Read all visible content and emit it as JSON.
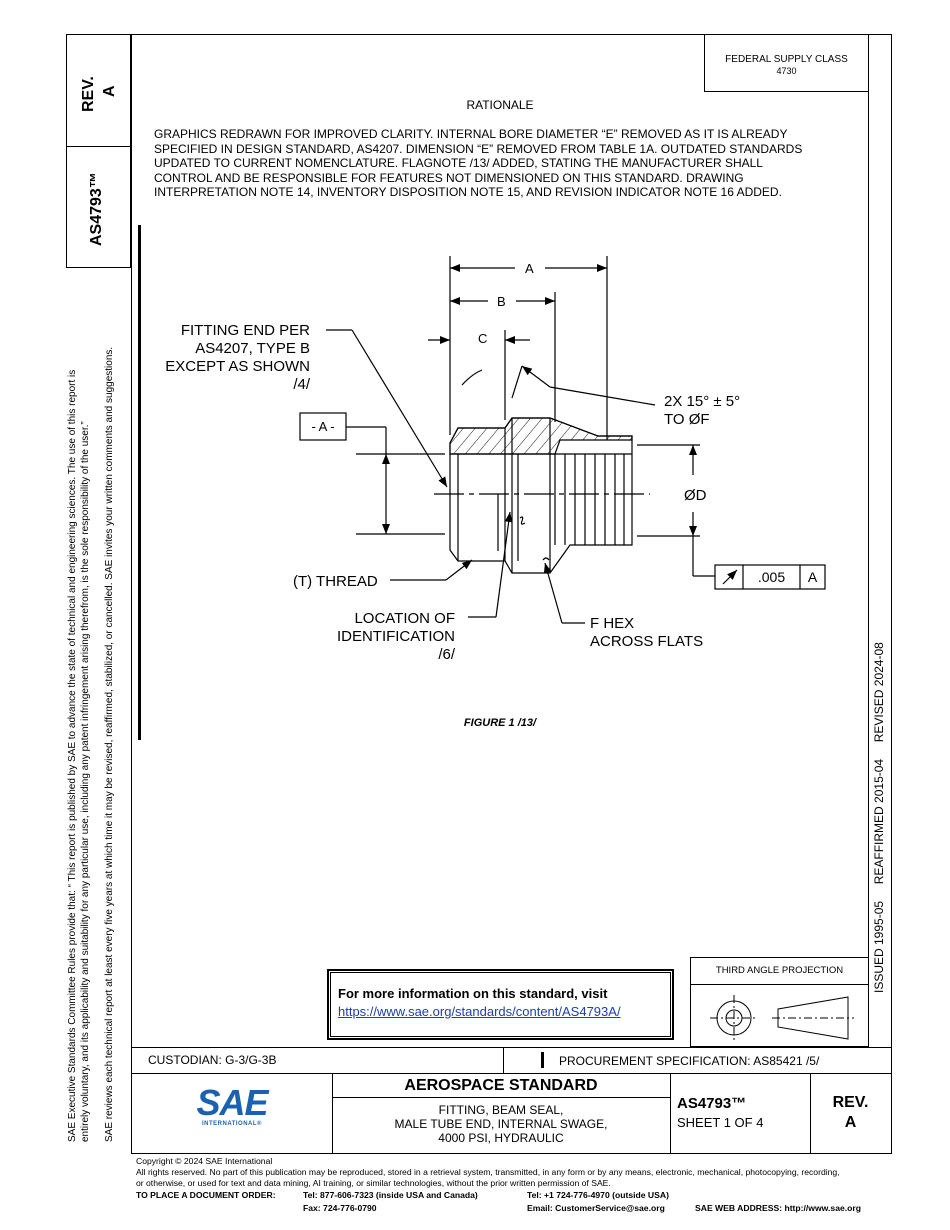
{
  "side": {
    "rev": "REV.",
    "rev_letter": "A",
    "doc_no": "AS4793™",
    "disclaimer_1": "SAE Executive Standards Committee Rules provide that: “ This report is published by SAE to advance the state of technical and engineering sciences. The use of this report is",
    "disclaimer_2": "entirely voluntary, and its applicability and suitability for any particular use, including any patent infringement arising therefrom, is the sole responsibility of the user.”",
    "disclaimer_3": "SAE reviews each technical report at least every five years at which time it may be revised, reaffirmed, stabilized, or cancelled. SAE invites your written comments and suggestions."
  },
  "header": {
    "fsc_label": "FEDERAL SUPPLY CLASS",
    "fsc_value": "4730"
  },
  "rationale": {
    "title": "RATIONALE",
    "lines": [
      "GRAPHICS REDRAWN FOR IMPROVED CLARITY. INTERNAL BORE DIAMETER “E” REMOVED AS IT IS ALREADY",
      "SPECIFIED IN DESIGN STANDARD, AS4207. DIMENSION “E” REMOVED FROM TABLE 1A. OUTDATED STANDARDS",
      "UPDATED TO CURRENT NOMENCLATURE. FLAGNOTE /13/ ADDED, STATING THE MANUFACTURER SHALL",
      "CONTROL AND BE RESPONSIBLE FOR FEATURES NOT DIMENSIONED ON THIS STANDARD. DRAWING",
      "INTERPRETATION NOTE 14, INVENTORY DISPOSITION NOTE 15, AND REVISION INDICATOR NOTE 16 ADDED."
    ]
  },
  "figure": {
    "dim_a": "A",
    "dim_b": "B",
    "dim_c": "C",
    "fitting_end": [
      "FITTING END PER",
      "AS4207, TYPE B",
      "EXCEPT AS SHOWN",
      "/4/"
    ],
    "angle": [
      "2X 15° ± 5°",
      "TO ØF"
    ],
    "datum": "- A -",
    "dia_d": "ØD",
    "tol_value": ".005",
    "tol_datum": "A",
    "thread": "(T) THREAD",
    "location": [
      "LOCATION OF",
      "IDENTIFICATION",
      "/6/"
    ],
    "hex": [
      "F HEX",
      "ACROSS FLATS"
    ],
    "caption": "FIGURE 1 /13/"
  },
  "dates": "ISSUED 1995-05     REAFFIRMED 2015-04     REVISED 2024-08",
  "info": {
    "text": "For more information on this standard, visit",
    "link": "https://www.sae.org/standards/content/AS4793A/"
  },
  "projection": "THIRD ANGLE PROJECTION",
  "title_block": {
    "custodian": "CUSTODIAN: G-3/G-3B",
    "procurement": "PROCUREMENT SPECIFICATION: AS85421 /5/",
    "logo": "SAE",
    "logo_sub": "INTERNATIONAL®",
    "heading": "AEROSPACE STANDARD",
    "desc": [
      "FITTING, BEAM SEAL,",
      "MALE TUBE END, INTERNAL SWAGE,",
      "4000 PSI, HYDRAULIC"
    ],
    "doc_no": "AS4793™",
    "sheet": "SHEET 1 OF 4",
    "rev": "REV.",
    "rev_letter": "A"
  },
  "footer": {
    "copyright": "Copyright © 2024 SAE International",
    "rights_1": "All rights reserved. No part of this publication may be reproduced, stored in a retrieval system, transmitted, in any form or by any means, electronic, mechanical, photocopying, recording,",
    "rights_2": "or otherwise, or used for text and data mining, AI training, or similar technologies, without the prior written permission of SAE.",
    "order": "TO PLACE A DOCUMENT ORDER:",
    "tel_usa": "Tel: 877-606-7323 (inside USA and Canada)",
    "tel_out": "Tel: +1 724-776-4970 (outside USA)",
    "fax": "Fax: 724-776-0790",
    "email": "Email: CustomerService@sae.org",
    "web": "SAE WEB ADDRESS: http://www.sae.org"
  },
  "colors": {
    "logo_blue": "#1a62b0",
    "link": "#1a3fb0"
  }
}
